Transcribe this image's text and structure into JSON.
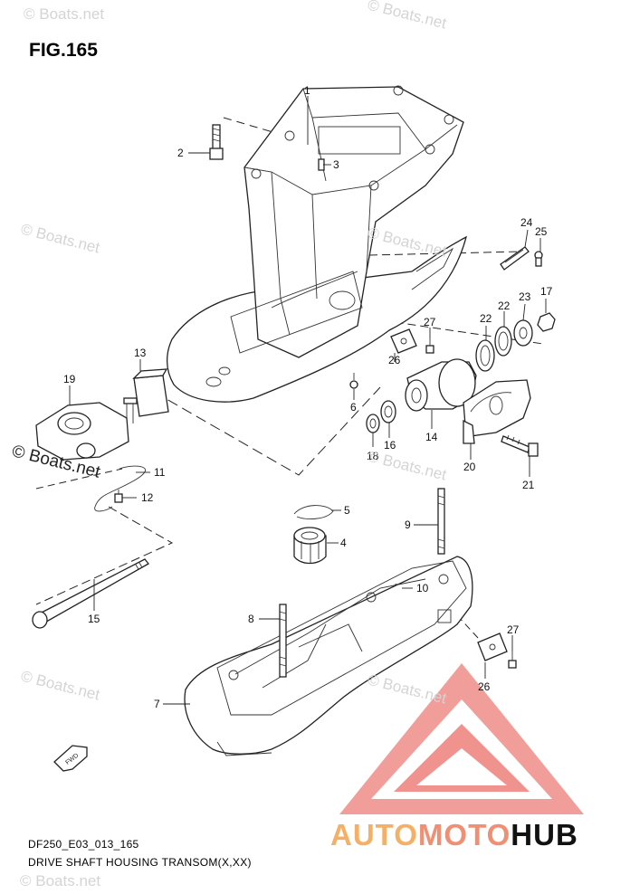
{
  "figure": {
    "title": "FIG.165",
    "code": "DF250_E03_013_165",
    "caption": "DRIVE SHAFT HOUSING TRANSOM(X,XX)"
  },
  "watermarks": [
    "© Boats.net",
    "© Boats.net",
    "© Boats.net",
    "© Boats.net",
    "© Boats.net",
    "© Boats.net",
    "© Boats.net",
    "© Boats.net",
    "© Boats.net"
  ],
  "fwd_label": "FWD",
  "brand": {
    "part1": "AUTO",
    "part2": "MOTO",
    "part3": "HUB"
  },
  "colors": {
    "brand_auto": "#f4b066",
    "brand_moto": "#f08f73",
    "brand_hub": "#111111",
    "logo": "#f0938f",
    "watermark": "#d4d4d4"
  },
  "callouts": [
    "1",
    "2",
    "3",
    "24",
    "25",
    "17",
    "23",
    "22",
    "22",
    "27",
    "13",
    "19",
    "26",
    "6",
    "14",
    "18",
    "16",
    "20",
    "21",
    "11",
    "12",
    "5",
    "4",
    "9",
    "10",
    "15",
    "8",
    "27",
    "7",
    "26"
  ]
}
